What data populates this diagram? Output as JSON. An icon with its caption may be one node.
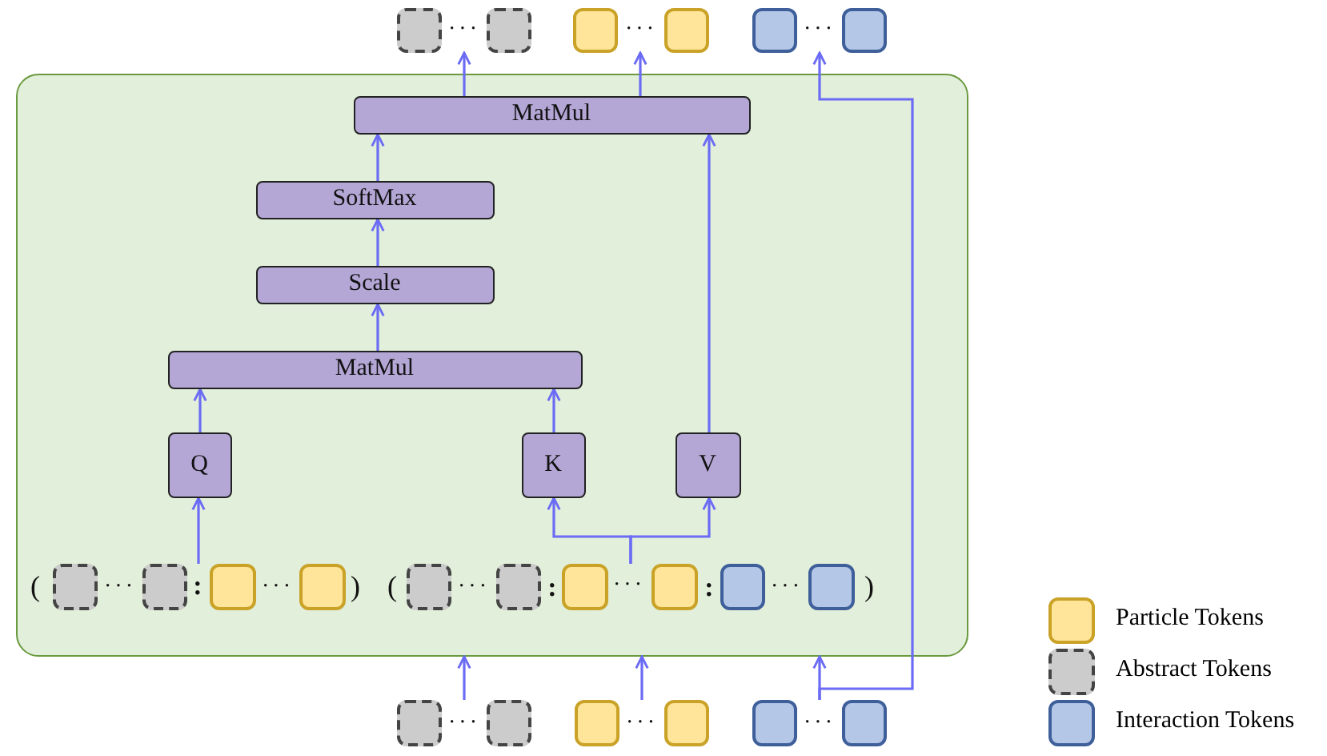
{
  "diagram": {
    "nodes": [
      {
        "text": [],
        "shape": "box"
      },
      {
        "text": [
          "···"
        ]
      },
      {
        "text": [],
        "shape": "box"
      },
      {
        "text": [],
        "shape": "box"
      },
      {
        "text": [
          "···"
        ]
      },
      {
        "text": [],
        "shape": "box"
      },
      {
        "text": [],
        "shape": "box"
      },
      {
        "text": [
          "···"
        ]
      },
      {
        "text": [],
        "shape": "box"
      },
      {
        "text": [],
        "shape": "box"
      },
      {
        "text": [
          "MatMul"
        ],
        "in": 9
      },
      {
        "text": [
          "SoftMax"
        ],
        "in": 9
      },
      {
        "text": [
          "Scale"
        ],
        "in": 9
      },
      {
        "text": [
          "MatMul"
        ],
        "in": 9
      },
      {
        "text": [
          "Q"
        ],
        "in": 9
      },
      {
        "text": [
          "K"
        ],
        "in": 9
      },
      {
        "text": [
          "V"
        ],
        "in": 9
      },
      {
        "text": [],
        "shape": "box",
        "in": 9
      },
      {
        "text": [],
        "shape": "box",
        "in": 9
      },
      {
        "text": [
          ":"
        ],
        "in": 9
      },
      {
        "text": [],
        "shape": "box",
        "in": 9
      },
      {
        "text": [],
        "shape": "box",
        "in": 9
      },
      {
        "text": [],
        "shape": "box",
        "in": 9
      },
      {
        "text": [],
        "shape": "box",
        "in": 9
      },
      {
        "text": [],
        "shape": "box",
        "in": 9
      },
      {
        "text": [
          "···"
        ],
        "in": 9
      },
      {
        "text": [],
        "shape": "box",
        "in": 9
      },
      {
        "text": [],
        "shape": "box",
        "in": 9
      },
      {
        "text": [],
        "shape": "box",
        "in": 9
      },
      {
        "text": [],
        "shape": "box"
      },
      {
        "text": [
          "···"
        ]
      },
      {
        "text": [],
        "shape": "box"
      },
      {
        "text": [],
        "shape": "box"
      },
      {
        "text": [
          "···"
        ]
      },
      {
        "text": [],
        "shape": "box"
      },
      {
        "text": [],
        "shape": "box"
      },
      {
        "text": [
          "···"
        ]
      },
      {
        "text": [],
        "shape": "box"
      }
    ],
    "edges": [
      {
        "from": 10,
        "to": 1,
        "arrow": "to"
      },
      {
        "from": 10,
        "to": 4,
        "arrow": "to"
      },
      {
        "from": 36,
        "to": 7,
        "arrow": "to"
      },
      {
        "from": 11,
        "to": 10,
        "arrow": "to"
      },
      {
        "from": 16,
        "to": 10,
        "arrow": "to"
      },
      {
        "from": 12,
        "to": 11,
        "arrow": "to"
      },
      {
        "from": 13,
        "to": 12,
        "arrow": "to"
      },
      {
        "from": 14,
        "to": 13,
        "arrow": "to"
      },
      {
        "from": 15,
        "to": 13,
        "arrow": "to"
      },
      {
        "from": 19,
        "to": 14,
        "arrow": "to"
      },
      {
        "from": 25,
        "to": 15,
        "arrow": "to"
      },
      {
        "from": 25,
        "to": 16,
        "arrow": "to"
      },
      {
        "from": 30,
        "to": 9,
        "arrow": "to"
      },
      {
        "from": 33,
        "to": 9,
        "arrow": "to"
      },
      {
        "from": 36,
        "to": 9,
        "arrow": "to"
      }
    ],
    "labels": [
      "(",
      "···",
      "···",
      ")",
      "(",
      "···",
      ":",
      ":",
      "···",
      ")"
    ],
    "legend": [
      {
        "text": "Particle Tokens",
        "color": "#fee599"
      },
      {
        "text": "Abstract Tokens",
        "color": "#cccccc"
      },
      {
        "text": "Interaction Tokens",
        "color": "#b4c7e7"
      }
    ]
  }
}
